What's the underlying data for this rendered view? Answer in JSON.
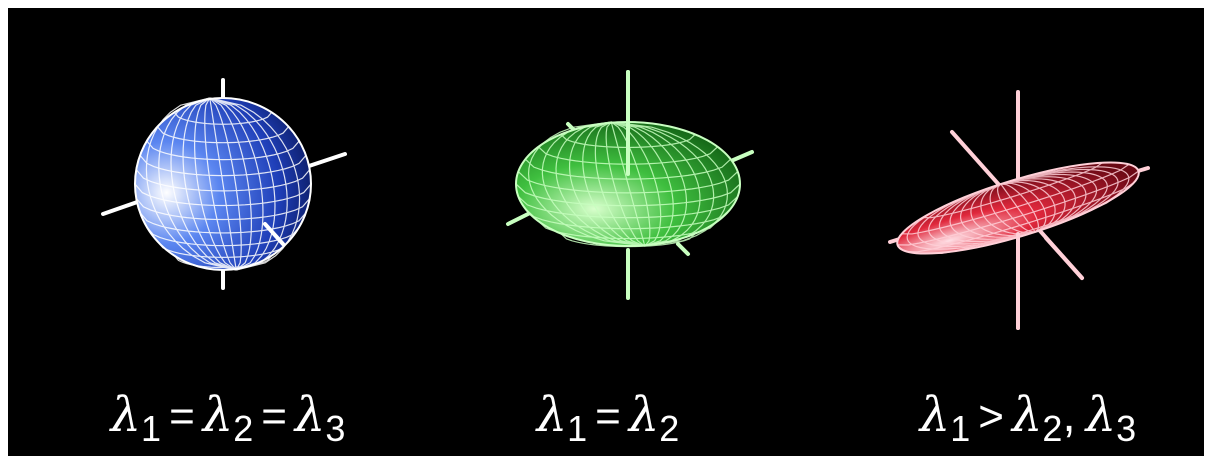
{
  "figure": {
    "panels": [
      {
        "name": "sphere",
        "color": "#2f5fe8",
        "highlight": "#ffffff",
        "caption": {
          "lambda": "λ",
          "terms": [
            {
              "sub": "1",
              "op": "="
            },
            {
              "sub": "2",
              "op": "="
            },
            {
              "sub": "3",
              "op": ""
            }
          ]
        }
      },
      {
        "name": "oblate-ellipsoid",
        "color": "#3fbf3f",
        "highlight": "#c8ffc0",
        "caption": {
          "lambda": "λ",
          "terms": [
            {
              "sub": "1",
              "op": "="
            },
            {
              "sub": "2",
              "op": ""
            }
          ]
        }
      },
      {
        "name": "prolate-ellipsoid",
        "color": "#e0283c",
        "highlight": "#ffd0d8",
        "caption": {
          "lambda": "λ",
          "terms": [
            {
              "sub": "1",
              "op": ">"
            },
            {
              "sub": "2",
              "op": ","
            },
            {
              "sub": "3",
              "op": ""
            }
          ]
        }
      }
    ]
  }
}
